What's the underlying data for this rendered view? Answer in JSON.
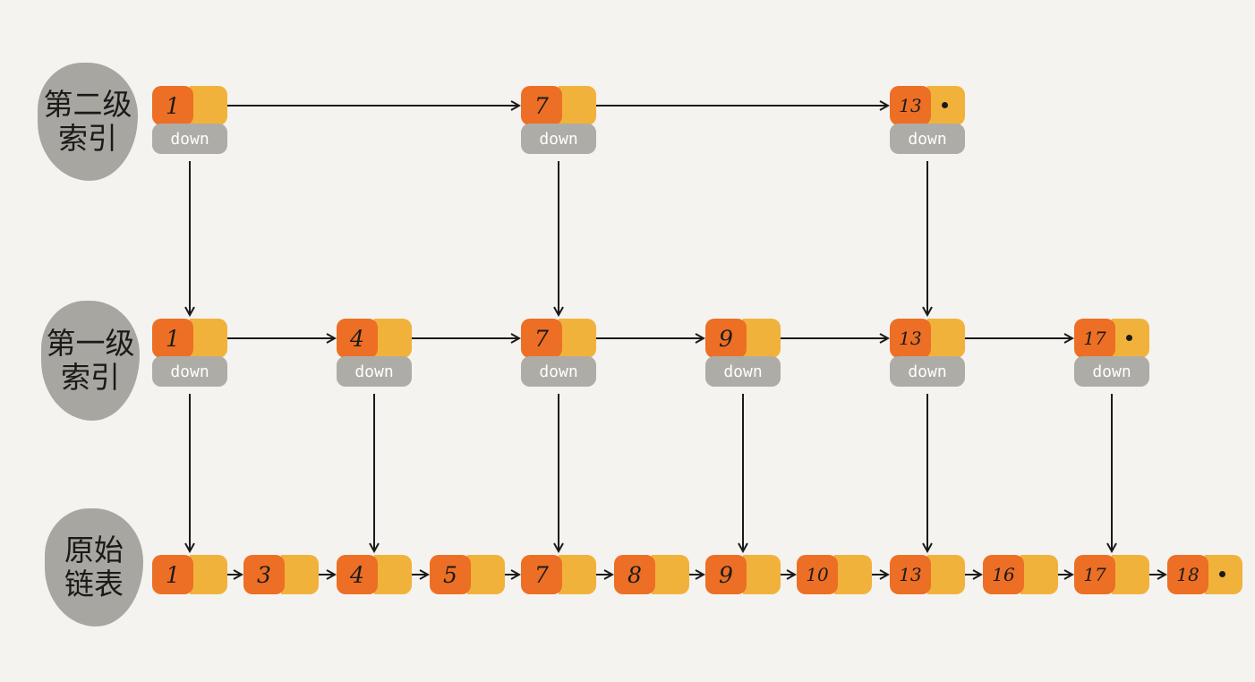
{
  "labels": {
    "level2": [
      "第二级",
      "索引"
    ],
    "level1": [
      "第一级",
      "索引"
    ],
    "base": [
      "原始",
      "链表"
    ]
  },
  "down_label": "down",
  "levels": {
    "level2": [
      "1",
      "7",
      "13"
    ],
    "level1": [
      "1",
      "4",
      "7",
      "9",
      "13",
      "17"
    ],
    "base": [
      "1",
      "3",
      "4",
      "5",
      "7",
      "8",
      "9",
      "10",
      "13",
      "16",
      "17",
      "18"
    ]
  },
  "colors": {
    "key": "#ec6f25",
    "next": "#f1b23b",
    "down": "#aeaca6",
    "label_bg": "#a8a6a0",
    "background": "#f4f3ef",
    "arrow": "#1a1a1a"
  }
}
